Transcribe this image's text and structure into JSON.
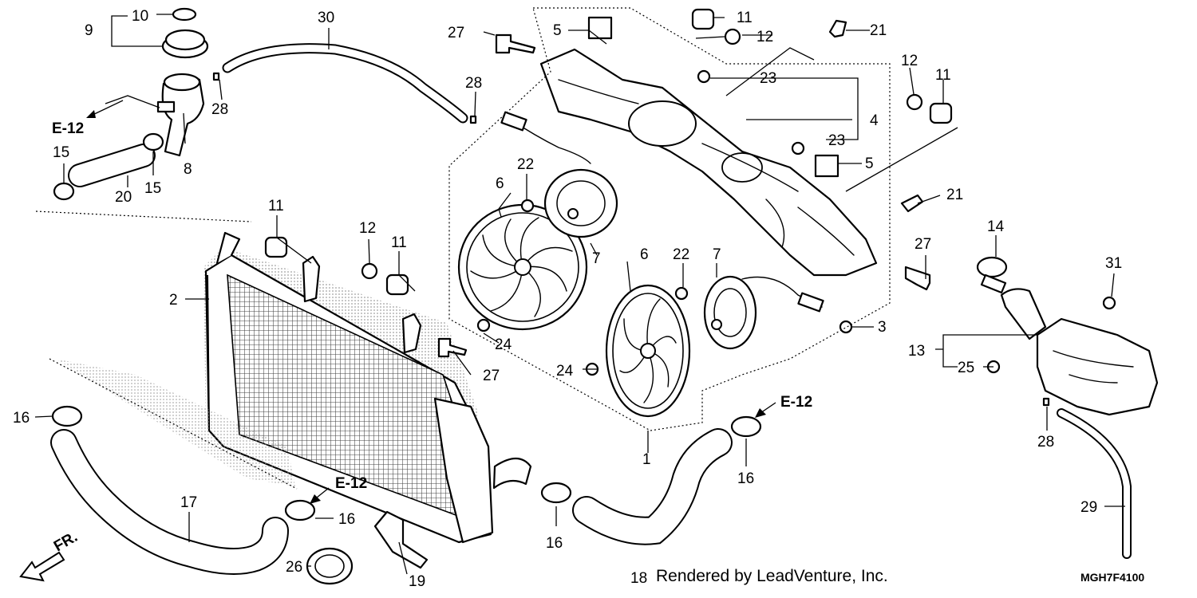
{
  "diagram": {
    "credit": "Rendered by LeadVenture, Inc.",
    "code": "MGH7F4100",
    "direction_label": "FR.",
    "cross_refs": [
      {
        "id": "ref-left",
        "label": "E-12"
      },
      {
        "id": "ref-mid",
        "label": "E-12"
      },
      {
        "id": "ref-right",
        "label": "E-12"
      }
    ],
    "callouts": [
      {
        "id": "c1",
        "label": "1"
      },
      {
        "id": "c2",
        "label": "2"
      },
      {
        "id": "c3",
        "label": "3"
      },
      {
        "id": "c4",
        "label": "4"
      },
      {
        "id": "c5a",
        "label": "5"
      },
      {
        "id": "c5b",
        "label": "5"
      },
      {
        "id": "c6a",
        "label": "6"
      },
      {
        "id": "c6b",
        "label": "6"
      },
      {
        "id": "c7a",
        "label": "7"
      },
      {
        "id": "c7b",
        "label": "7"
      },
      {
        "id": "c8",
        "label": "8"
      },
      {
        "id": "c9",
        "label": "9"
      },
      {
        "id": "c10",
        "label": "10"
      },
      {
        "id": "c11a",
        "label": "11"
      },
      {
        "id": "c11b",
        "label": "11"
      },
      {
        "id": "c11c",
        "label": "11"
      },
      {
        "id": "c11d",
        "label": "11"
      },
      {
        "id": "c12a",
        "label": "12"
      },
      {
        "id": "c12b",
        "label": "12"
      },
      {
        "id": "c12c",
        "label": "12"
      },
      {
        "id": "c13",
        "label": "13"
      },
      {
        "id": "c14",
        "label": "14"
      },
      {
        "id": "c15a",
        "label": "15"
      },
      {
        "id": "c15b",
        "label": "15"
      },
      {
        "id": "c16a",
        "label": "16"
      },
      {
        "id": "c16b",
        "label": "16"
      },
      {
        "id": "c16c",
        "label": "16"
      },
      {
        "id": "c16d",
        "label": "16"
      },
      {
        "id": "c17",
        "label": "17"
      },
      {
        "id": "c18",
        "label": "18"
      },
      {
        "id": "c19",
        "label": "19"
      },
      {
        "id": "c20",
        "label": "20"
      },
      {
        "id": "c21a",
        "label": "21"
      },
      {
        "id": "c21b",
        "label": "21"
      },
      {
        "id": "c22a",
        "label": "22"
      },
      {
        "id": "c22b",
        "label": "22"
      },
      {
        "id": "c23a",
        "label": "23"
      },
      {
        "id": "c23b",
        "label": "23"
      },
      {
        "id": "c24a",
        "label": "24"
      },
      {
        "id": "c24b",
        "label": "24"
      },
      {
        "id": "c25",
        "label": "25"
      },
      {
        "id": "c26",
        "label": "26"
      },
      {
        "id": "c27a",
        "label": "27"
      },
      {
        "id": "c27b",
        "label": "27"
      },
      {
        "id": "c27c",
        "label": "27"
      },
      {
        "id": "c28a",
        "label": "28"
      },
      {
        "id": "c28b",
        "label": "28"
      },
      {
        "id": "c28c",
        "label": "28"
      },
      {
        "id": "c29",
        "label": "29"
      },
      {
        "id": "c30",
        "label": "30"
      },
      {
        "id": "c31",
        "label": "31"
      }
    ]
  }
}
